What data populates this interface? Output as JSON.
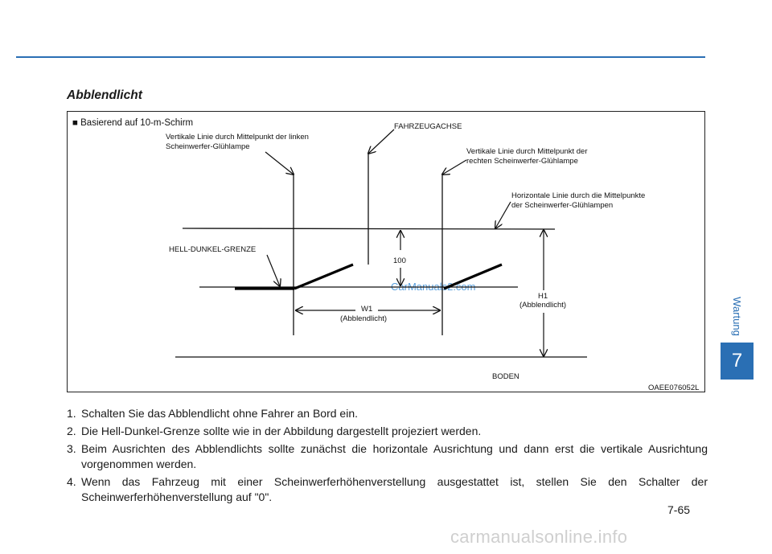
{
  "page": {
    "title": "Abblendlicht",
    "page_number": "7-65",
    "chapter_label": "Wartung",
    "chapter_number": "7",
    "watermark_bottom": "carmanualsonline.info"
  },
  "figure": {
    "basis": "■ Basierend auf 10-m-Schirm",
    "label_left_vertical_1": "Vertikale Linie durch Mittelpunkt der linken",
    "label_left_vertical_2": "Scheinwerfer-Glühlampe",
    "label_axis": "FAHRZEUGACHSE",
    "label_right_vertical_1": "Vertikale Linie durch Mittelpunkt der",
    "label_right_vertical_2": "rechten Scheinwerfer-Glühlampe",
    "label_horizontal_1": "Horizontale Linie durch die Mittelpunkte",
    "label_horizontal_2": "der Scheinwerfer-Glühlampen",
    "label_cutoff": "HELL-DUNKEL-GRENZE",
    "label_100": "100",
    "label_h1": "H1",
    "label_h1_sub": "(Abblendlicht)",
    "label_w1": "W1",
    "label_w1_sub": "(Abblendlicht)",
    "label_ground": "BODEN",
    "code": "OAEE076052L",
    "watermark": "CarManuals2.com"
  },
  "steps": [
    {
      "num": "1.",
      "text": "Schalten Sie das Abblendlicht ohne Fahrer an Bord ein."
    },
    {
      "num": "2.",
      "text": "Die Hell-Dunkel-Grenze sollte wie in der Abbildung dargestellt projeziert werden."
    },
    {
      "num": "3.",
      "text": "Beim Ausrichten des Abblendlichts sollte zunächst die horizontale Ausrichtung und dann erst die vertikale Ausrichtung vorgenommen werden."
    },
    {
      "num": "4.",
      "text": "Wenn das Fahrzeug mit einer Scheinwerferhöhenverstellung ausgestattet ist, stellen Sie den Schalter der Scheinwerferhöhenverstellung auf \"0\"."
    }
  ],
  "colors": {
    "accent": "#2a6fb4",
    "watermark": "#3d8fd6"
  }
}
